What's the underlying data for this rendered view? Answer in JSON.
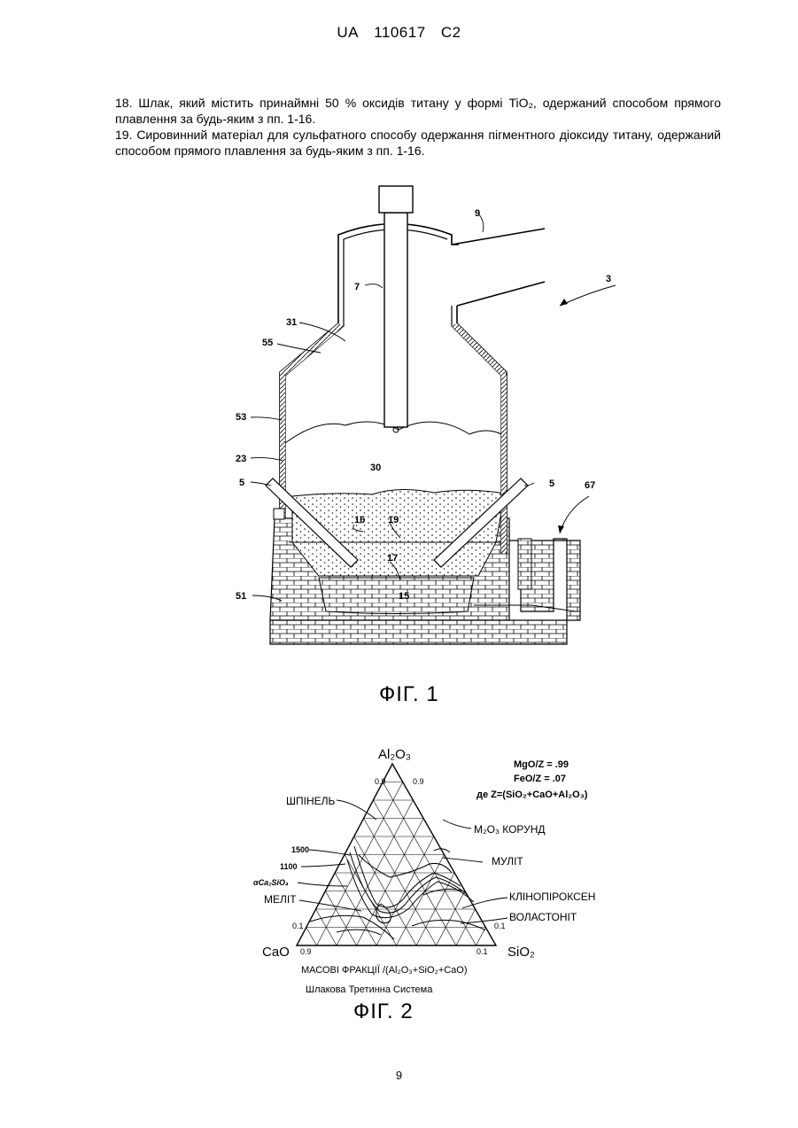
{
  "header": {
    "country": "UA",
    "number": "110617",
    "kind": "C2"
  },
  "claims": [
    {
      "text": "18. Шлак, який містить принаймні 50 % оксидів титану у формі TiO₂, одержаний способом прямого плавлення за будь-яким з пп. 1-16."
    },
    {
      "text": "19. Сировинний матеріал для сульфатного способу одержання пігментного діоксиду титану, одержаний способом прямого плавлення за будь-яким з пп. 1-16."
    }
  ],
  "fig1": {
    "caption": "ФІГ. 1",
    "labels": {
      "l9": "9",
      "l3": "3",
      "l7": "7",
      "l31": "31",
      "l55": "55",
      "l53": "53",
      "l23": "23",
      "l30": "30",
      "l5a": "5",
      "l5b": "5",
      "l67": "67",
      "l16": "16",
      "l19": "19",
      "l17": "17",
      "l15": "15",
      "l51": "51"
    }
  },
  "fig2": {
    "caption": "ФІГ. 2",
    "apex_top": "Al₂O₃",
    "apex_left": "CaO",
    "apex_right": "SiO₂",
    "tick_09_a": "0.9",
    "tick_09_b": "0.9",
    "tick_01_left": "0.1",
    "tick_01_right": "0.1",
    "tick_09_base": "0.9",
    "tick_01_base": "0.1",
    "legend_1": "MgO/Z = .99",
    "legend_2": "FeO/Z = .07",
    "legend_3": "де Z=(SiO₂+CaO+Al₂O₃)",
    "spinel": "ШПІНЕЛЬ",
    "corundum": "M₂O₃ КОРУНД",
    "mullite": "МУЛІТ",
    "t1500": "1500",
    "t1100": "1100",
    "ca2sio4": "αCa₂SiO₄",
    "melilite": "МЕЛІТ",
    "clinopyroxene": "КЛІНОПІРОКСЕН",
    "wollastonite": "ВОЛАСТОНІТ",
    "axis_label": "МАСОВІ ФРАКЦІЇ /(Al₂O₃+SiO₂+CaO)",
    "subtitle": "Шлакова Третинна Система"
  },
  "page_number": "9"
}
